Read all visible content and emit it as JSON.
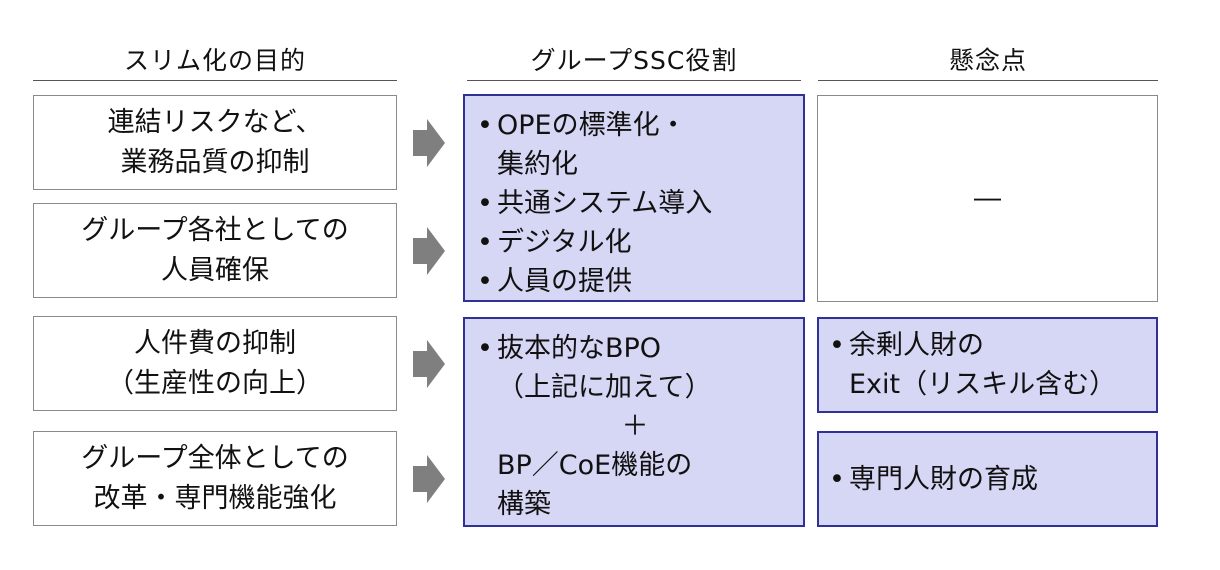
{
  "headers": {
    "objective": "スリム化の目的",
    "role": "グループSSC役割",
    "concern": "懸念点"
  },
  "objectives": [
    "連結リスクなど、\n業務品質の抑制",
    "グループ各社としての\n人員確保",
    "人件費の抑制\n（生産性の向上）",
    "グループ全体としての\n改革・専門機能強化"
  ],
  "roles": {
    "upper": {
      "bullet": "•",
      "item1_line1": "OPEの標準化・",
      "item1_line2": "集約化",
      "item2": "共通システム導入",
      "item3": "デジタル化",
      "item4": "人員の提供"
    },
    "lower": {
      "bullet": "•",
      "item1_line1": "抜本的なBPO",
      "item1_line2": "（上記に加えて）",
      "plus": "＋",
      "item2_line1": "BP／CoE機能の",
      "item2_line2": "構築"
    }
  },
  "concerns": {
    "upper": "―",
    "middle_bullet": "•",
    "middle_line1": "余剰人財の",
    "middle_line2": "Exit（リスキル含む）",
    "lower_bullet": "•",
    "lower": "専門人財の育成"
  },
  "colors": {
    "role_fill": "#d6d6f5",
    "role_border": "#303097",
    "arrow": "#7f7f7f",
    "objective_border": "#8a8a8a"
  },
  "icons": {
    "arrow": "right-arrow-icon"
  }
}
